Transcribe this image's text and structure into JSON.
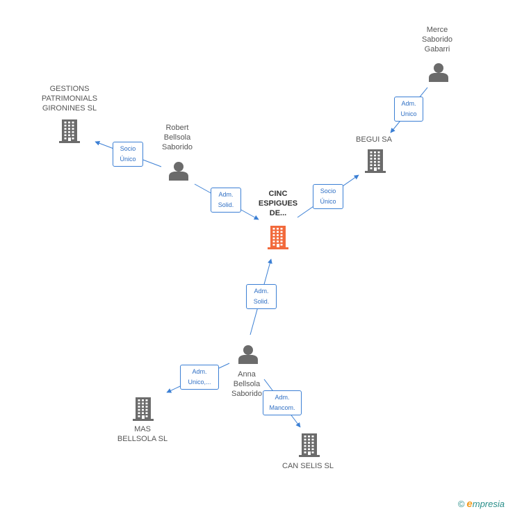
{
  "nodes": [
    {
      "id": "cinc",
      "label": "CINC\nESPIGUES\nDE...",
      "kind": "company",
      "focus": true
    },
    {
      "id": "gestions",
      "label": "GESTIONS\nPATRIMONIALS\nGIRONINES  SL",
      "kind": "company"
    },
    {
      "id": "robert",
      "label": "Robert\nBellsola\nSaborido",
      "kind": "person"
    },
    {
      "id": "merce",
      "label": "Merce\nSaborido\nGabarri",
      "kind": "person"
    },
    {
      "id": "begui",
      "label": "BEGUI SA",
      "kind": "company"
    },
    {
      "id": "anna",
      "label": "Anna\nBellsola\nSaborido",
      "kind": "person"
    },
    {
      "id": "mas",
      "label": "MAS\nBELLSOLA  SL",
      "kind": "company"
    },
    {
      "id": "canselis",
      "label": "CAN SELIS  SL",
      "kind": "company"
    }
  ],
  "edges": [
    {
      "from": "robert",
      "to": "gestions",
      "label": "Socio\nÚnico"
    },
    {
      "from": "robert",
      "to": "cinc",
      "label": "Adm.\nSolid."
    },
    {
      "from": "cinc",
      "to": "begui",
      "label": "Socio\nÚnico"
    },
    {
      "from": "merce",
      "to": "begui",
      "label": "Adm.\nUnico"
    },
    {
      "from": "anna",
      "to": "cinc",
      "label": "Adm.\nSolid."
    },
    {
      "from": "anna",
      "to": "mas",
      "label": "Adm.\nUnico,..."
    },
    {
      "from": "anna",
      "to": "canselis",
      "label": "Adm.\nMancom."
    }
  ],
  "colors": {
    "edge": "#3b7fd4",
    "icon": "#6b6b6b",
    "focus_icon": "#f26a3c"
  },
  "footer": {
    "copyright": "©",
    "brand_e": "e",
    "brand_rest": "mpresia"
  }
}
